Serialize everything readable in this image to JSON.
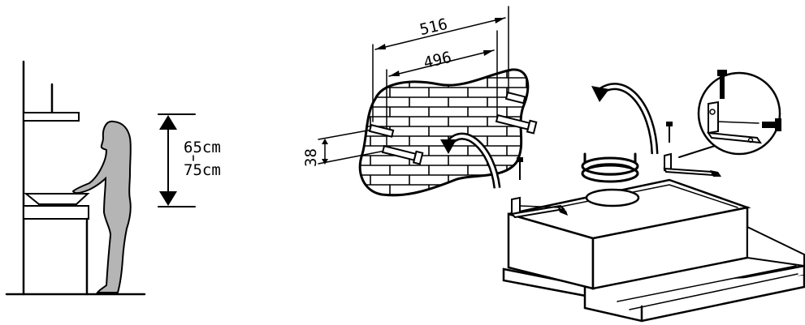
{
  "clearance": {
    "min_label": "65cm",
    "max_label": "75cm"
  },
  "dimensions": {
    "outer_width": "516",
    "inner_width": "496",
    "vertical_spacing": "38"
  },
  "colors": {
    "line": "#000000",
    "figure_fill": "#b5b5b5",
    "background": "#ffffff"
  },
  "icons": [
    "person-silhouette-icon",
    "range-hood-icon",
    "screw-icon",
    "bracket-icon",
    "rotate-arrow-icon"
  ]
}
